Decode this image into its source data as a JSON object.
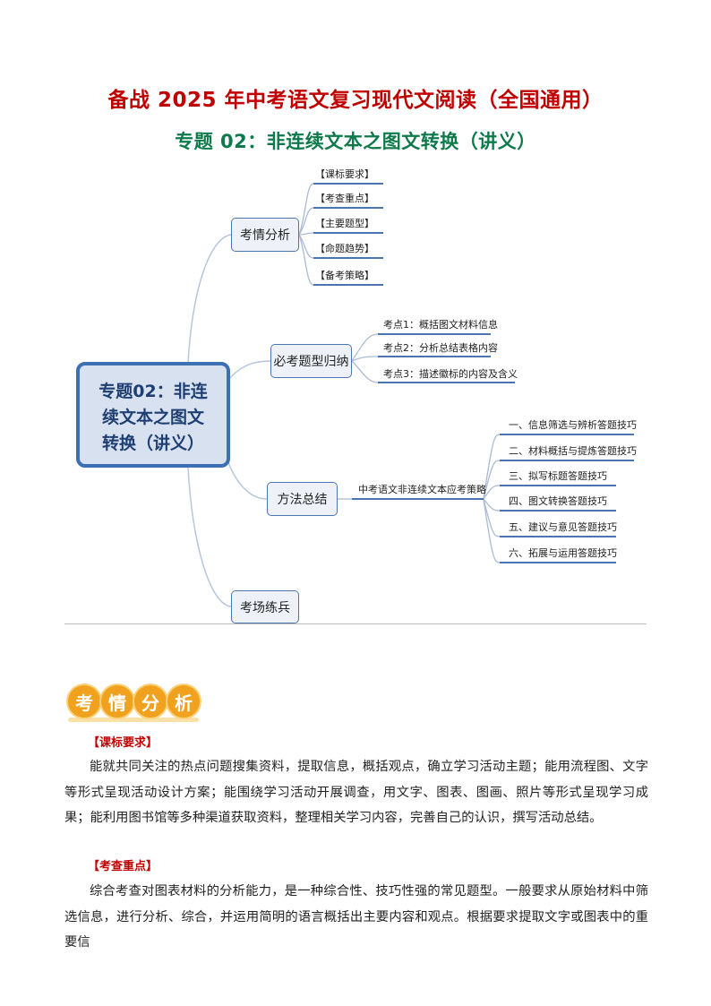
{
  "header": {
    "title": "备战 2025 年中考语文复习现代文阅读（全国通用）",
    "subtitle": "专题 02：非连续文本之图文转换（讲义）"
  },
  "mindmap": {
    "central": "专题02：非连续文本之图文转换（讲义）",
    "central_lines": [
      "专题02：非连",
      "续文本之图文",
      "转换（讲义）"
    ],
    "branches": [
      {
        "label": "考情分析",
        "children": [
          "【课标要求】",
          "【考查重点】",
          "【主要题型】",
          "【命题趋势】",
          "【备考策略】"
        ]
      },
      {
        "label": "必考题型归纳",
        "children": [
          "考点1：概括图文材料信息",
          "考点2：分析总结表格内容",
          "考点3：描述徽标的内容及含义"
        ]
      },
      {
        "label": "方法总结",
        "mid": "中考语文非连续文本应考策略",
        "children": [
          "一、信息筛选与辨析答题技巧",
          "二、材料概括与提炼答题技巧",
          "三、拟写标题答题技巧",
          "四、图文转换答题技巧",
          "五、建议与意见答题技巧",
          "六、拓展与运用答题技巧"
        ]
      },
      {
        "label": "考场练兵",
        "children": []
      }
    ]
  },
  "section": {
    "badge_chars": [
      "考",
      "情",
      "分",
      "析"
    ],
    "colors": {
      "badge": "#f0a21e",
      "heading_red": "#c00000",
      "subtitle_green": "#0e7a4b",
      "node_border": "#4b74b3"
    },
    "h1": "【课标要求】",
    "p1": "能就共同关注的热点问题搜集资料，提取信息，概括观点，确立学习活动主题；能用流程图、文字等形式呈现活动设计方案；能围绕学习活动开展调查，用文字、图表、图画、照片等形式呈现学习成果；能利用图书馆等多种渠道获取资料，整理相关学习内容，完善自己的认识，撰写活动总结。",
    "h2": "【考查重点】",
    "p2": "综合考查对图表材料的分析能力，是一种综合性、技巧性强的常见题型。一般要求从原始材料中筛选信息，进行分析、综合，并运用简明的语言概括出主要内容和观点。根据要求提取文字或图表中的重要信"
  }
}
